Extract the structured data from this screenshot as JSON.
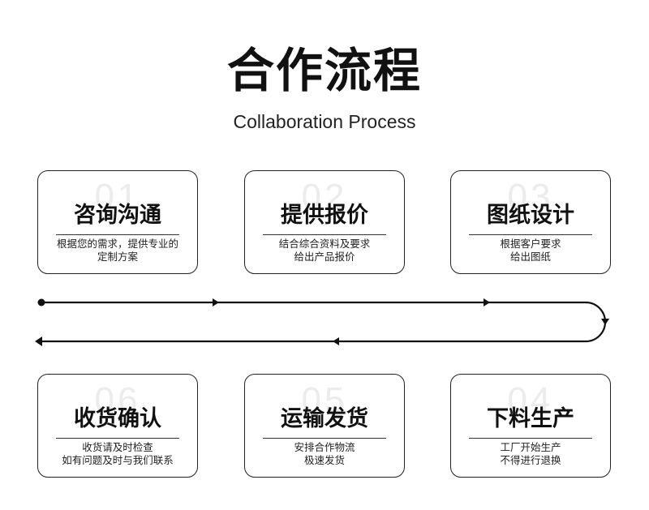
{
  "header": {
    "title": "合作流程",
    "subtitle": "Collaboration Process"
  },
  "steps": [
    {
      "num": "01",
      "name": "咨询沟通",
      "desc1": "根据您的需求，提供专业的",
      "desc2": "定制方案"
    },
    {
      "num": "02",
      "name": "提供报价",
      "desc1": "结合综合资料及要求",
      "desc2": "给出产品报价"
    },
    {
      "num": "03",
      "name": "图纸设计",
      "desc1": "根据客户要求",
      "desc2": "给出图纸"
    },
    {
      "num": "04",
      "name": "下料生产",
      "desc1": "工厂开始生产",
      "desc2": "不得进行退换"
    },
    {
      "num": "05",
      "name": "运输发货",
      "desc1": "安排合作物流",
      "desc2": "极速发货"
    },
    {
      "num": "06",
      "name": "收货确认",
      "desc1": "收货请及时检查",
      "desc2": "如有问题及时与我们联系"
    }
  ],
  "colors": {
    "line": "#111111",
    "card_border": "#222222",
    "watermark_number": "#ececec"
  }
}
